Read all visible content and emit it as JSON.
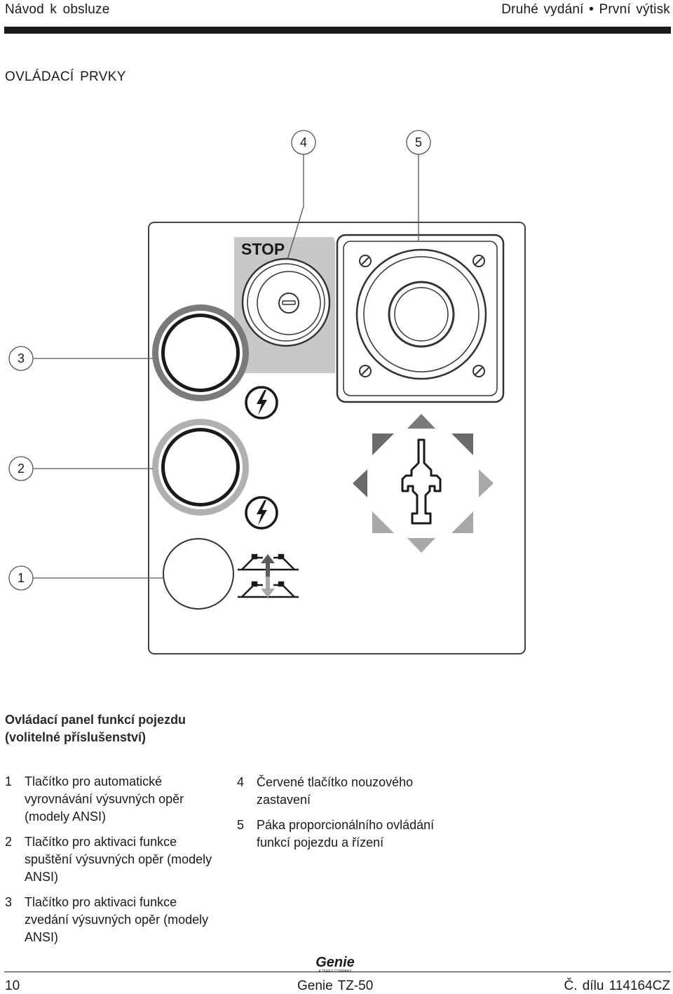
{
  "header": {
    "left": "Návod k obsluze",
    "right": "Druhé vydání • První výtisk"
  },
  "section_title": "OVLÁDACÍ PRVKY",
  "figure": {
    "stop_label": "STOP",
    "callouts": [
      "1",
      "2",
      "3",
      "4",
      "5"
    ]
  },
  "caption": "Ovládací panel funkcí pojezdu (volitelné příslušenství)",
  "legend_left": [
    {
      "num": "1",
      "text": "Tlačítko pro automatické vyrovnávání výsuvných opěr (modely ANSI)"
    },
    {
      "num": "2",
      "text": "Tlačítko pro aktivaci funkce spuštění výsuvných opěr (modely ANSI)"
    },
    {
      "num": "3",
      "text": "Tlačítko pro aktivaci funkce zvedání výsuvných opěr (modely ANSI)"
    }
  ],
  "legend_right": [
    {
      "num": "4",
      "text": "Červené tlačítko nouzového zastavení"
    },
    {
      "num": "5",
      "text": "Páka proporcionálního ovládání funkcí pojezdu a řízení"
    }
  ],
  "footer": {
    "page": "10",
    "center": "Genie TZ-50",
    "right": "Č. dílu 114164CZ"
  },
  "logo": {
    "brand": "Genie",
    "sub": "A TEREX COMPANY"
  }
}
